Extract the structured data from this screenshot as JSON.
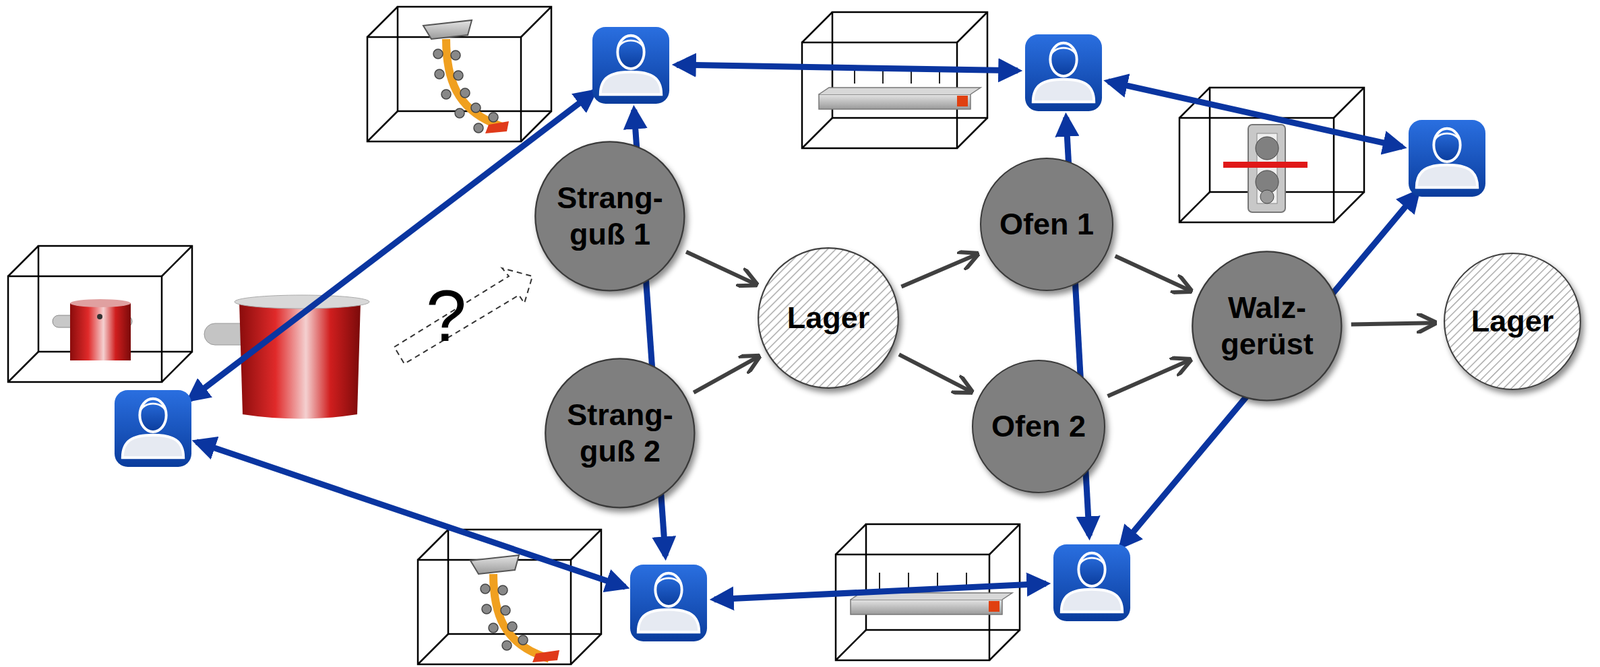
{
  "diagram": {
    "nodes": [
      {
        "text": [
          "Strang- guß 1"
        ]
      },
      {
        "text": [
          "Strang- guß 2"
        ]
      },
      {
        "text": [
          "Lager"
        ]
      },
      {
        "text": [
          "Ofen 1"
        ]
      },
      {
        "text": [
          "Ofen 2"
        ]
      },
      {
        "text": [
          "Walz- gerüst"
        ]
      },
      {
        "text": [
          "Lager"
        ]
      }
    ],
    "edges": [
      {
        "from": 0,
        "to": 2,
        "arrow": "to"
      },
      {
        "from": 1,
        "to": 2,
        "arrow": "to"
      },
      {
        "from": 2,
        "to": 3,
        "arrow": "to"
      },
      {
        "from": 2,
        "to": 4,
        "arrow": "to"
      },
      {
        "from": 3,
        "to": 5,
        "arrow": "to"
      },
      {
        "from": 4,
        "to": 5,
        "arrow": "to"
      },
      {
        "from": 5,
        "to": 6,
        "arrow": "to"
      }
    ],
    "labels": [
      "?"
    ]
  }
}
